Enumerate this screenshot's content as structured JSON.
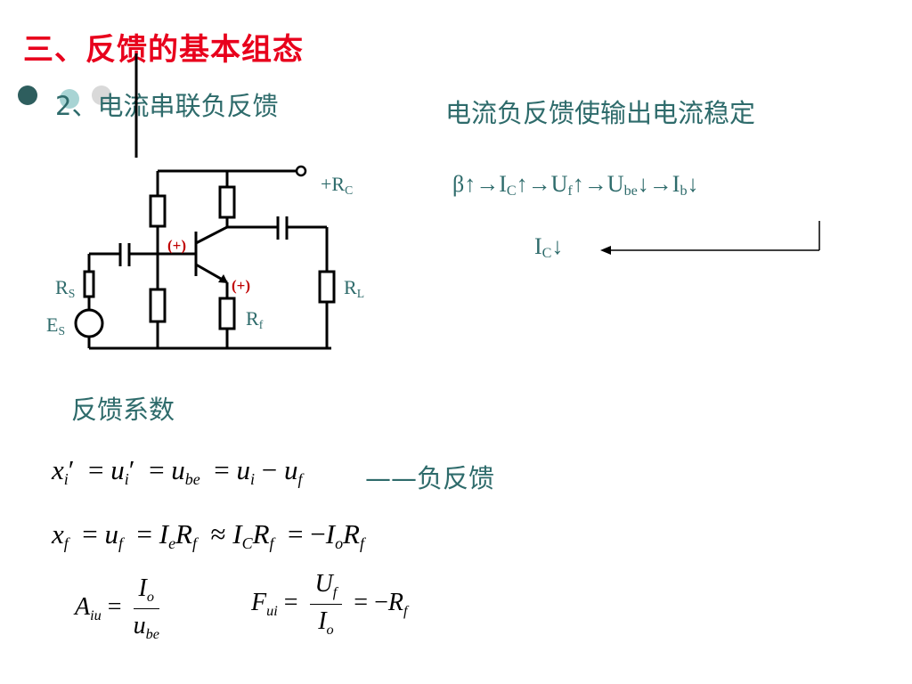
{
  "title": "三、反馈的基本组态",
  "subtitle": {
    "bullet_text": "2、电流串联负反馈",
    "right_heading": "电流负反馈使输出电流稳定"
  },
  "chain": "β↑→I​C↑→U​f↑→U​be↓→I​b↓",
  "chain_parts": {
    "beta": "β↑→I",
    "c1": "C",
    "a1": "↑→U",
    "f1": "f",
    "a2": "↑→U",
    "be": "be",
    "a3": "↓→I",
    "b": "b",
    "a4": "↓"
  },
  "ic_down": {
    "i": "I",
    "c": "C",
    "arrow": "↓"
  },
  "circuit_labels": {
    "rc_plus": "+R",
    "rc_sub": "C",
    "rs": "R",
    "rs_sub": "S",
    "es": "E",
    "es_sub": "S",
    "rl": "R",
    "rl_sub": "L",
    "rf": "R",
    "rf_sub": "f",
    "polarity_base": "(+)",
    "polarity_emitter": "(+)"
  },
  "feedback_coefficient_label": "反馈系数",
  "negative_feedback_label": "——负反馈",
  "colors": {
    "title": "#e8001c",
    "text": "#2e6b6b",
    "bullet": "#2e5e5e",
    "polarity": "#c00000"
  }
}
